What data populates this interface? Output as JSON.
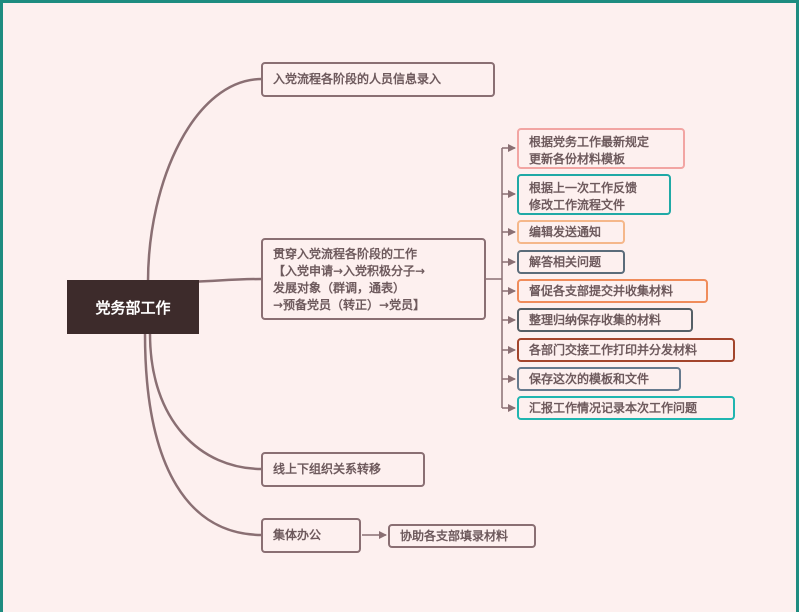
{
  "root": "党务部工作",
  "branches": {
    "b1": "入党流程各阶段的人员信息录入",
    "b2": [
      "贯穿入党流程各阶段的工作",
      "【入党申请→入党积极分子→",
      "发展对象（群调，通表）",
      "→预备党员（转正）→党员】"
    ],
    "b3": "线上下组织关系转移",
    "b4": "集体办公",
    "b4_child": "协助各支部填录材料"
  },
  "tasks": [
    {
      "lines": [
        "根据党务工作最新规定",
        "更新各份材料模板"
      ],
      "border": "#f2a5a3"
    },
    {
      "lines": [
        "根据上一次工作反馈",
        "修改工作流程文件"
      ],
      "border": "#20a9a6"
    },
    {
      "lines": [
        "编辑发送通知"
      ],
      "border": "#f5b78a"
    },
    {
      "lines": [
        "解答相关问题"
      ],
      "border": "#5b6c7a"
    },
    {
      "lines": [
        "督促各支部提交并收集材料"
      ],
      "border": "#f08c5b"
    },
    {
      "lines": [
        "整理归纳保存收集的材料"
      ],
      "border": "#555f66"
    },
    {
      "lines": [
        "各部门交接工作打印并分发材料"
      ],
      "border": "#a3452c"
    },
    {
      "lines": [
        "保存这次的模板和文件"
      ],
      "border": "#667a8e"
    },
    {
      "lines": [
        "汇报工作情况记录本次工作问题"
      ],
      "border": "#20b5b0"
    }
  ],
  "colors": {
    "background": "#fdf0ef",
    "root_fill": "#3d2b2b",
    "line": "#8a6f73",
    "text": "#6e5a5d",
    "frame": "#1e8c80"
  }
}
